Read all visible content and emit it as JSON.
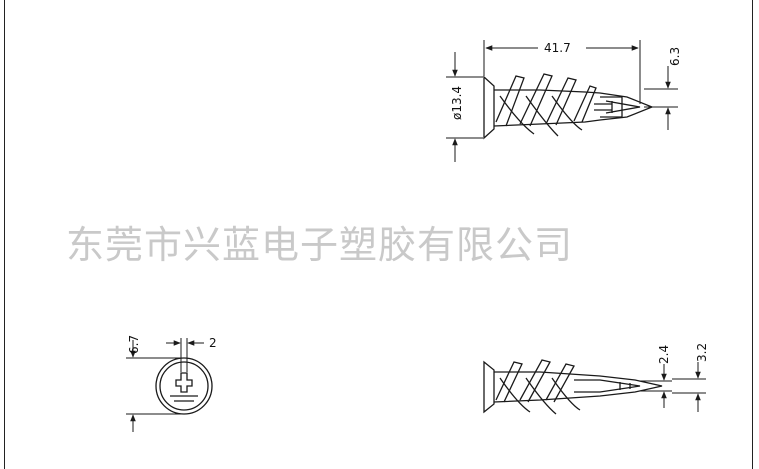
{
  "watermark": "东莞市兴蓝电子塑胶有限公司",
  "dimensions": {
    "length": "41.7",
    "tip_offset": "6.3",
    "flange_diameter": "ø13.4",
    "head_height": "6.7",
    "slot_width": "2",
    "tip_small": "2.4",
    "tip_large": "3.2"
  },
  "colors": {
    "line": "#1a1a1a",
    "watermark": "#c9c9c9"
  }
}
